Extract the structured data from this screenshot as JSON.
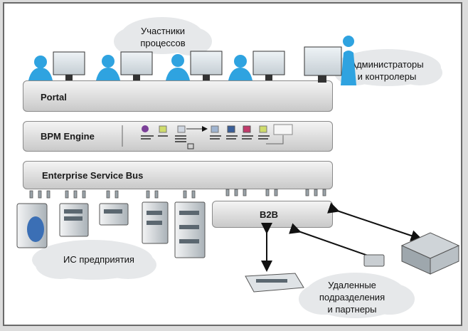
{
  "labels": {
    "participants_line1": "Участники",
    "participants_line2": "процессов",
    "admins_line1": "Администраторы",
    "admins_line2": "и контролеры",
    "enterprise_is": "ИС предприятия",
    "remote_line1": "Удаленные",
    "remote_line2": "подразделения",
    "remote_line3": "и партнеры"
  },
  "layers": {
    "portal": "Portal",
    "bpm": "BPM Engine",
    "esb": "Enterprise Service Bus",
    "b2b": "B2B"
  },
  "colors": {
    "person": "#2fa3e0",
    "server_light": "#e9ecef",
    "server_dark": "#5b6770",
    "cloud": "#e6e8ea",
    "arrow": "#111111"
  }
}
